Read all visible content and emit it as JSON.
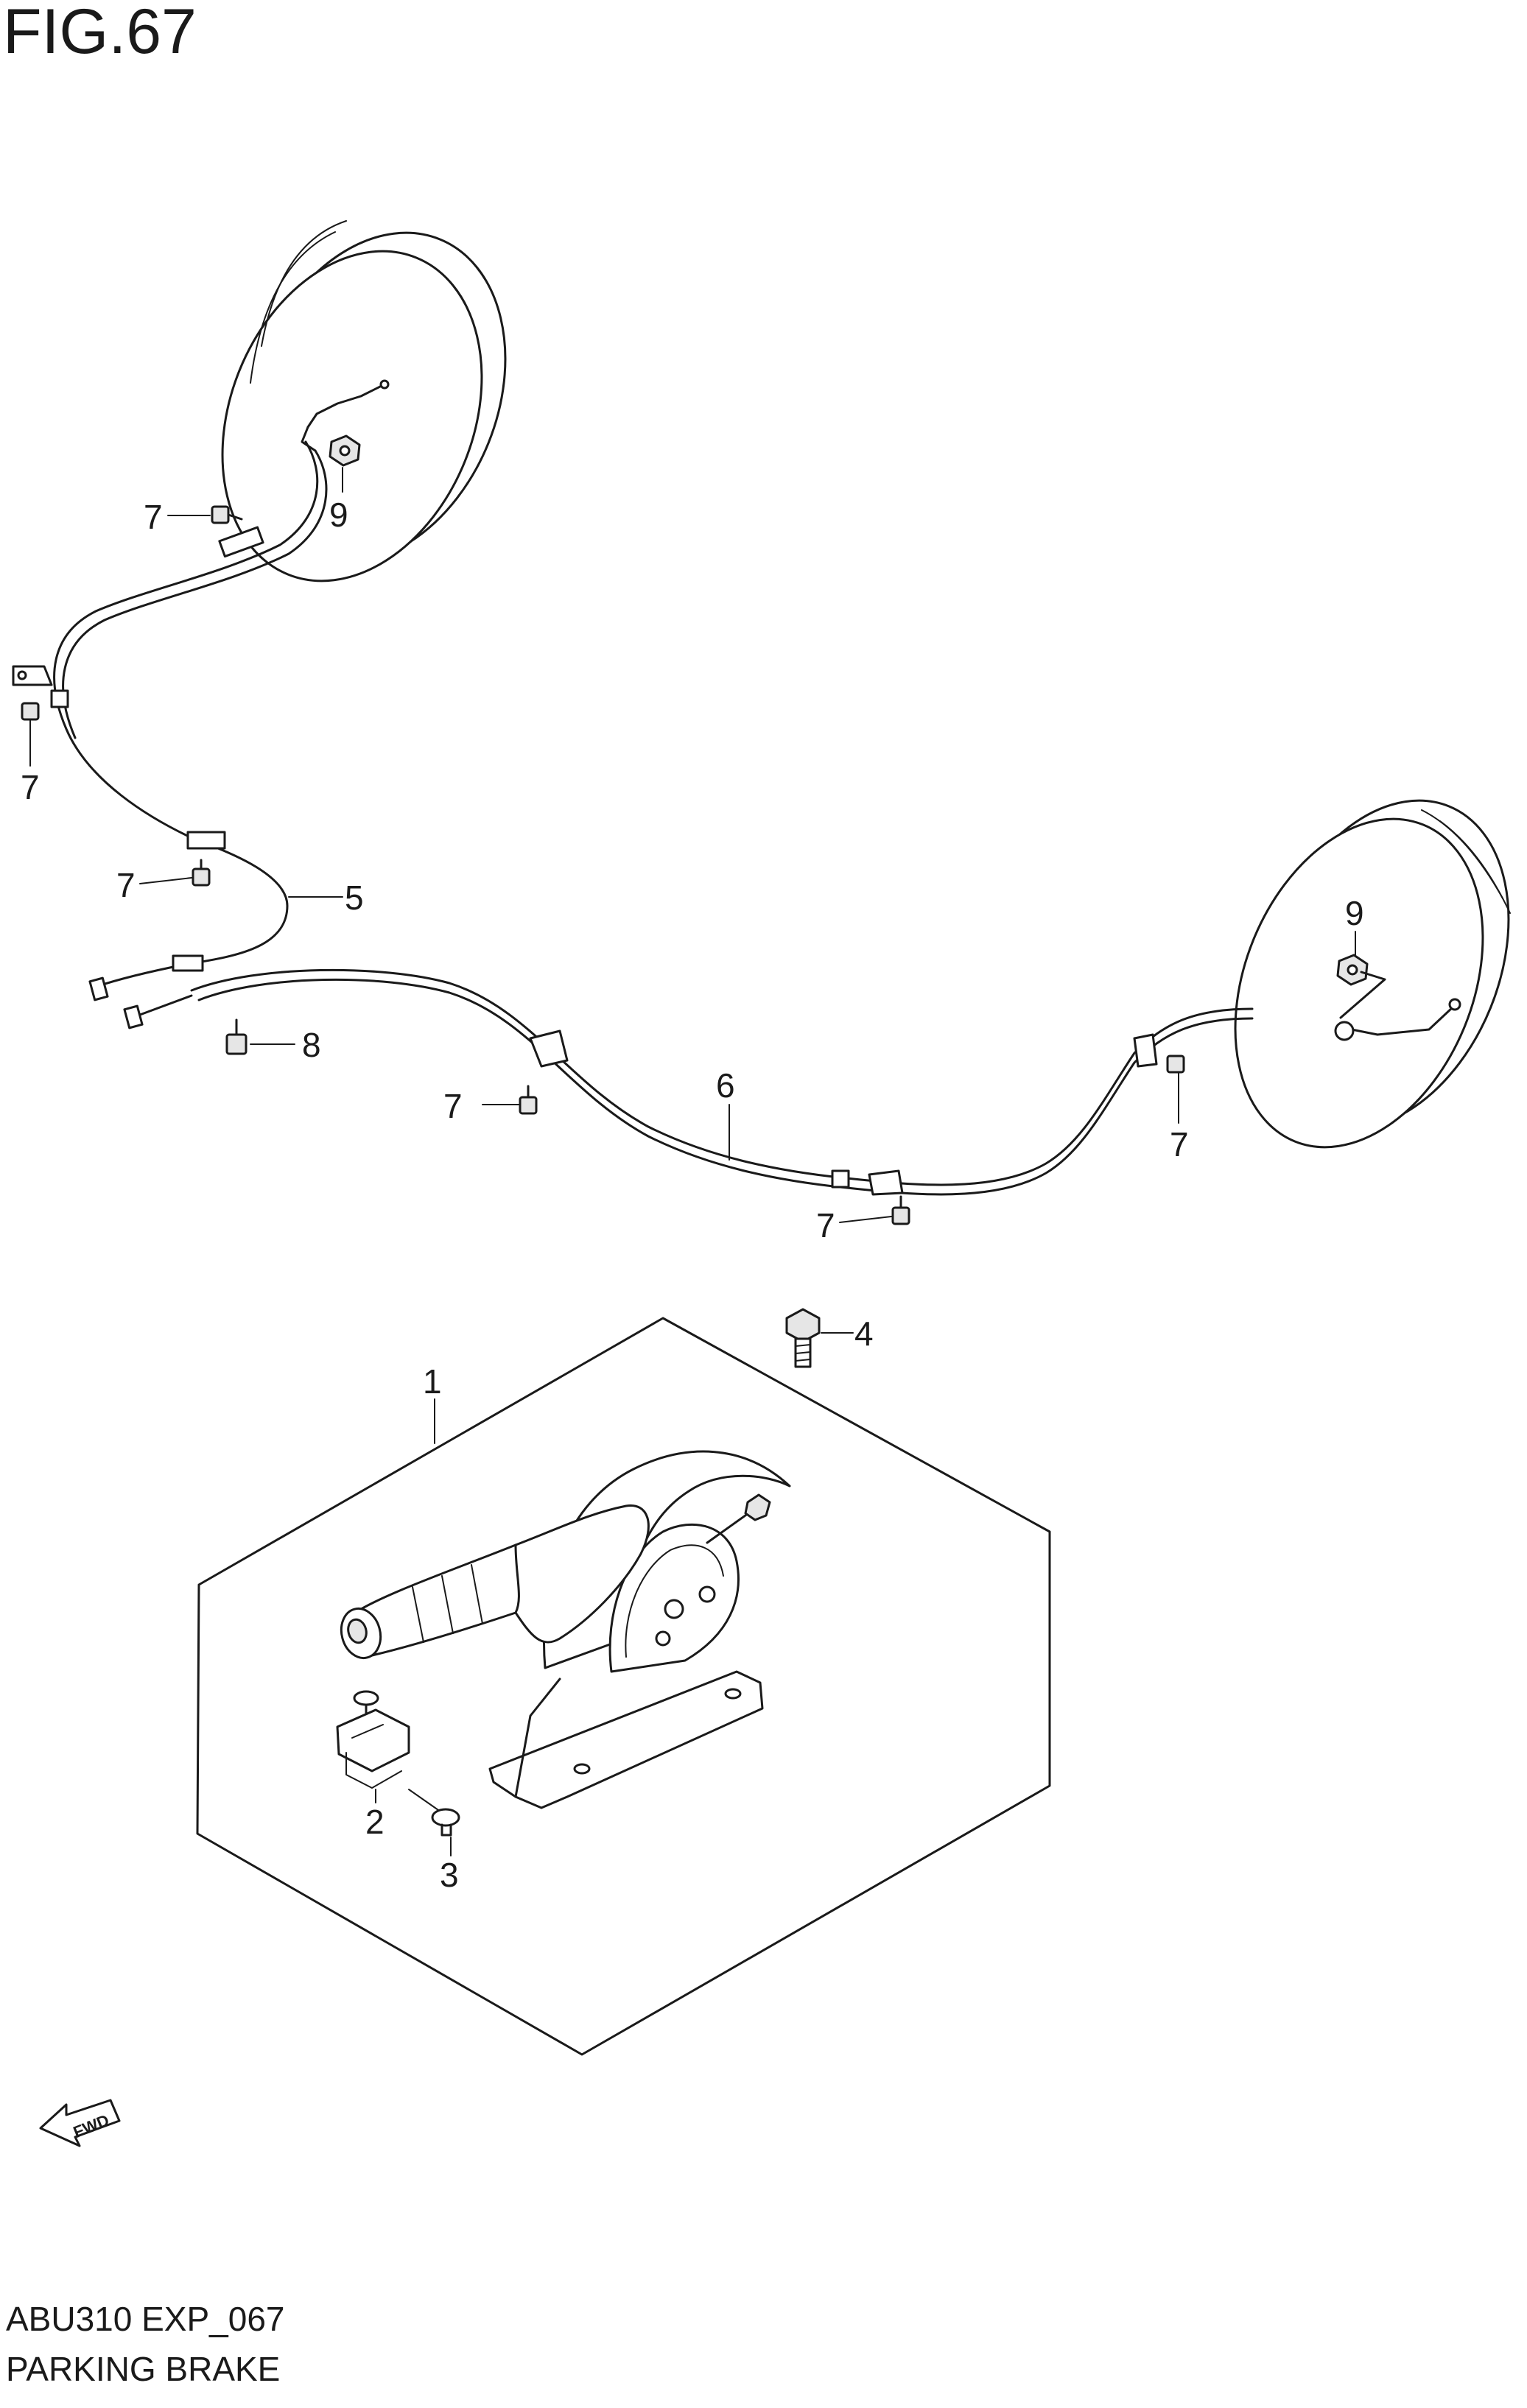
{
  "figure": {
    "title": "FIG.67",
    "code": "ABU310 EXP_067",
    "name": "PARKING BRAKE",
    "fwd_label": "FWD"
  },
  "callouts": {
    "c1": "1",
    "c2": "2",
    "c3": "3",
    "c4": "4",
    "c5": "5",
    "c6": "6",
    "c7": "7",
    "c8": "8",
    "c9": "9"
  }
}
